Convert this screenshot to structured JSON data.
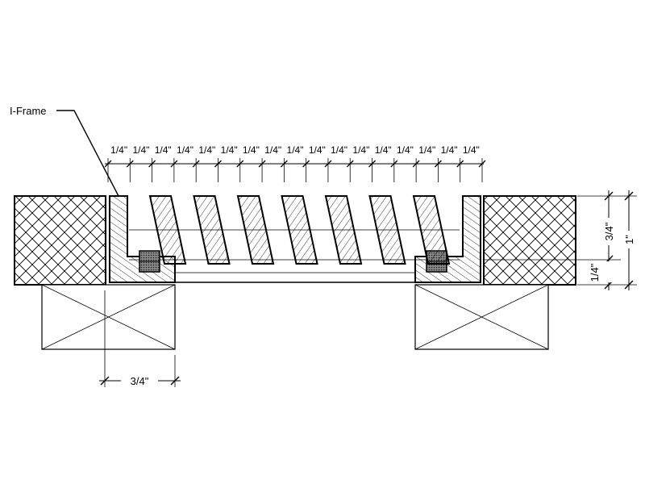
{
  "labels": {
    "frame_callout": "I-Frame",
    "bottom_dimension": "3/4\"",
    "right_dim_total": "1\"",
    "right_dim_upper": "3/4\"",
    "right_dim_lower": "1/4\""
  },
  "slat_spacing_label": "1/4\"",
  "slat_spacing_count": 17,
  "slat_count": 7,
  "colors": {
    "line": "#000000",
    "background": "#ffffff",
    "gasket": "#555555"
  }
}
